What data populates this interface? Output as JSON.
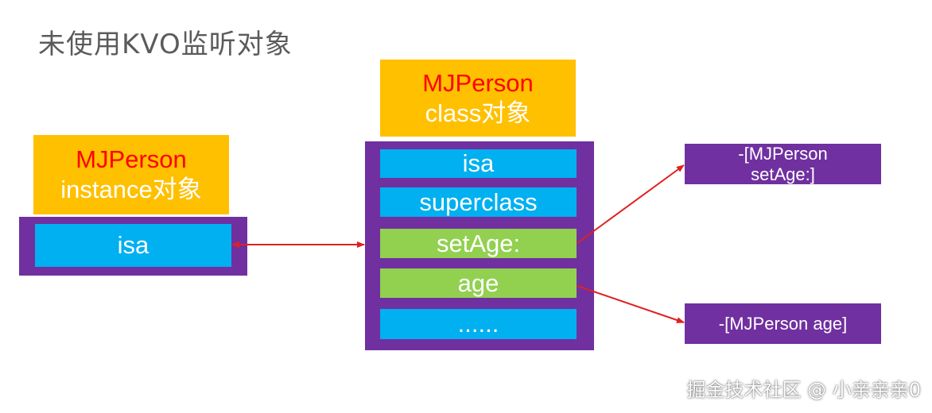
{
  "title": "未使用KVO监听对象",
  "instance": {
    "name": "MJPerson",
    "kind": "instance对象",
    "isa": "isa"
  },
  "class_object": {
    "name": "MJPerson",
    "kind": "class对象",
    "rows": [
      "isa",
      "superclass",
      "setAge:",
      "age",
      "......"
    ]
  },
  "methods": {
    "set_age_line1": "-[MJPerson",
    "set_age_line2": "setAge:]",
    "age": "-[MJPerson age]"
  },
  "watermark": "掘金技术社区 @ 小亲亲亲0",
  "colors": {
    "header": "#ffc000",
    "name": "#ff0000",
    "panel": "#7030a0",
    "row_blue": "#00b0f0",
    "row_green": "#92d050",
    "arrow": "#e02020"
  }
}
